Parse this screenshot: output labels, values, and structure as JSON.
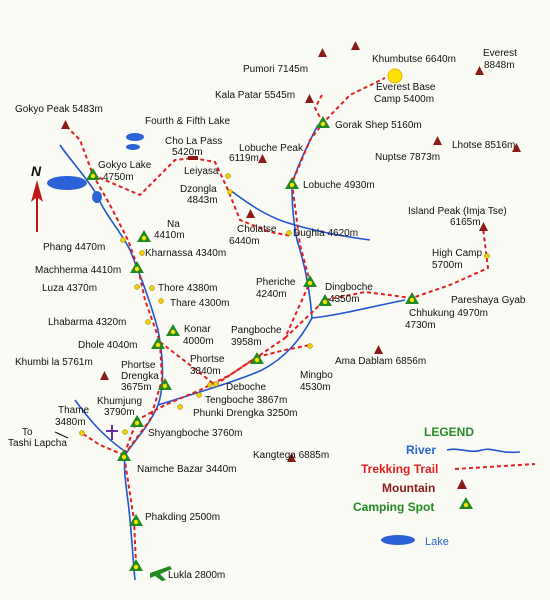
{
  "compass": {
    "label": "N"
  },
  "legend": {
    "title": "LEGEND",
    "river": "River",
    "trail": "Trekking Trail",
    "mountain": "Mountain",
    "camp": "Camping Spot",
    "lake": "Lake"
  },
  "colors": {
    "river": "#1f55d0",
    "trail": "#e02020",
    "mountain": "#8b1a1a",
    "camp": "#1f8a1f",
    "lake": "#2b62d8",
    "base_camp": "#ffe000"
  },
  "labels": {
    "everest": [
      "Everest",
      "8848m"
    ],
    "khumbutse": "Khumbutse 6640m",
    "pumori": "Pumori 7145m",
    "everest_bc": [
      "Everest Base",
      "Camp 5400m"
    ],
    "kala_patar": "Kala Patar 5545m",
    "gorak_shep": "Gorak Shep 5160m",
    "gokyo_peak": "Gokyo Peak 5483m",
    "fourth_fifth_lake": "Fourth & Fifth Lake",
    "cho_la_pass": [
      "Cho La Pass",
      "5420m"
    ],
    "lobuche_peak": [
      "Lobuche Peak",
      "6119m"
    ],
    "nuptse": "Nuptse 7873m",
    "lhotse": "Lhotse 8516m",
    "gokyo_lake": [
      "Gokyo Lake",
      "4750m"
    ],
    "leiyasa": "Leiyasa",
    "dzongla": [
      "Dzongla",
      "4843m"
    ],
    "lobuche": "Lobuche 4930m",
    "island_peak": [
      "Island Peak (Imja Tse)",
      "6165m"
    ],
    "na": [
      "Na",
      "4410m"
    ],
    "cholatse": [
      "Cholatse",
      "6440m"
    ],
    "dughla": "Dughla 4620m",
    "phang": "Phang 4470m",
    "kharnassa": "Kharnassa 4340m",
    "high_camp": [
      "High Camp",
      "5700m"
    ],
    "machherma": "Machherma 4410m",
    "pheriche": [
      "Pheriche",
      "4240m"
    ],
    "dingboche": [
      "Dingboche",
      "4350m"
    ],
    "thore": "Thore 4380m",
    "luza": "Luza 4370m",
    "thare": "Thare 4300m",
    "pareshaya_gyab": "Pareshaya Gyab",
    "chhukung": [
      "Chhukung 4970m",
      "4730m"
    ],
    "lhabarma": "Lhabarma 4320m",
    "konar": [
      "Konar",
      "4000m"
    ],
    "pangboche": [
      "Pangboche",
      "3958m"
    ],
    "dhole": "Dhole 4040m",
    "ama_dablam": "Ama Dablam 6856m",
    "khumbi_la": "Khumbi la 5761m",
    "phortse_drengka": [
      "Phortse",
      "Drengka",
      "3675m"
    ],
    "phortse": [
      "Phortse",
      "3840m"
    ],
    "mingbo": [
      "Mingbo",
      "4530m"
    ],
    "khumjung": "Khumjung",
    "deboche": "Deboche",
    "thame": [
      "Thame",
      "3480m"
    ],
    "khumjung_alt": "3790m",
    "tengboche": "Tengboche 3867m",
    "phunki": "Phunki Drengka 3250m",
    "to_tashi": [
      "To",
      "Tashi Lapcha"
    ],
    "shyangboche": "Shyangboche 3760m",
    "kangtega": "Kangtega 6885m",
    "namche": "Namche Bazar 3440m",
    "phakding": "Phakding 2500m",
    "lukla": "Lukla 2800m"
  }
}
